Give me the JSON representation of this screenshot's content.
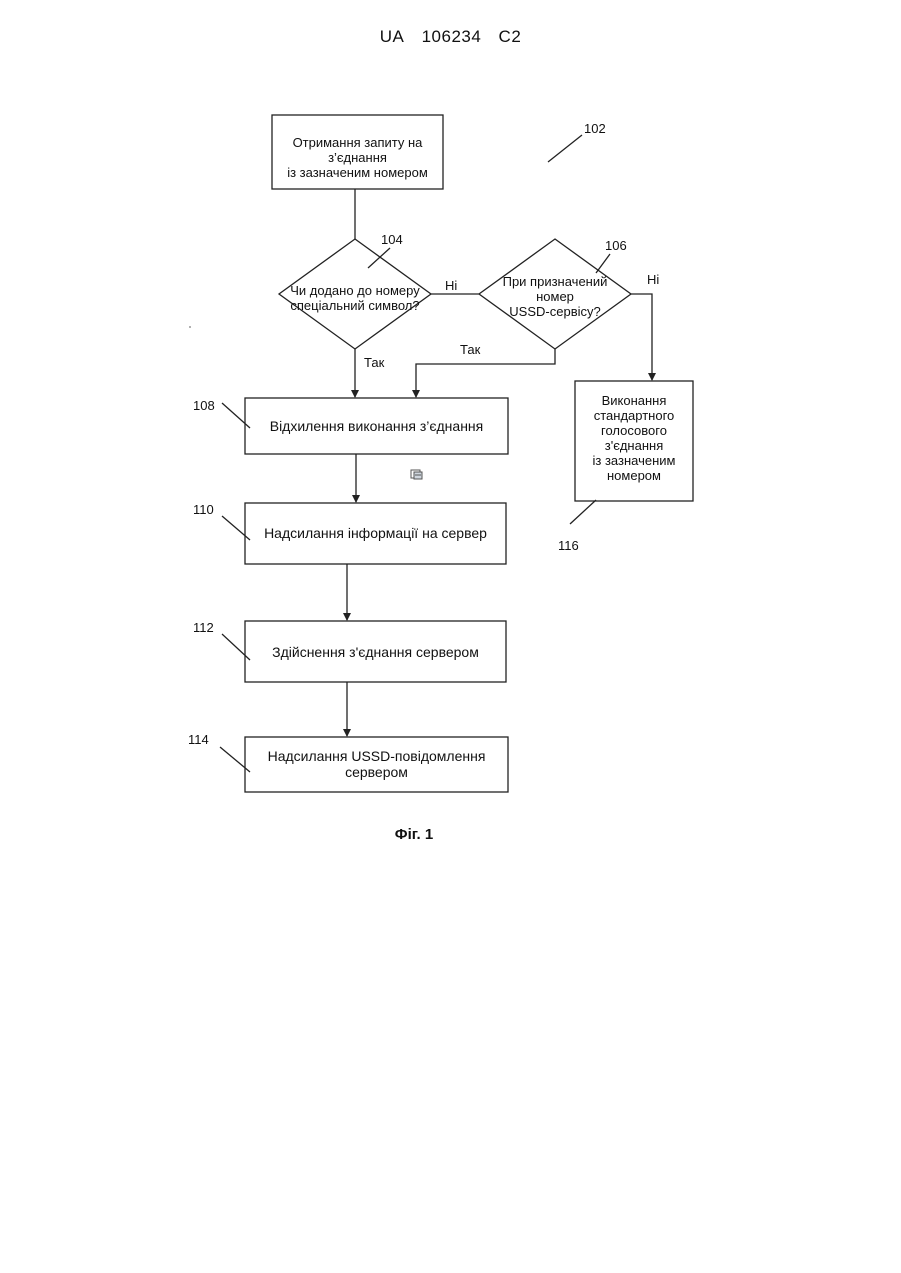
{
  "header": {
    "country": "UA",
    "number": "106234",
    "kind": "C2"
  },
  "flowchart": {
    "box_102": {
      "line1": "Отримання запиту на з’єднання",
      "line2": "із зазначеним номером",
      "ref": "102"
    },
    "diamond_104": {
      "line1": "Чи додано до номеру",
      "line2": "спеціальний символ?",
      "ref": "104"
    },
    "diamond_106": {
      "line1": "При призначений",
      "line2": "номер",
      "line3": "USSD-сервісу?",
      "ref": "106"
    },
    "box_108": {
      "text": "Відхилення виконання з’єднання",
      "ref": "108"
    },
    "box_110": {
      "text": "Надсилання інформації на сервер",
      "ref": "110"
    },
    "box_112": {
      "text": "Здійснення з'єднання сервером",
      "ref": "112"
    },
    "box_114": {
      "line1": "Надсилання USSD-повідомлення",
      "line2": "сервером",
      "ref": "114"
    },
    "box_116": {
      "line1": "Виконання",
      "line2": "стандартного",
      "line3": "голосового",
      "line4": "з'єднання",
      "line5": "із зазначеним",
      "line6": "номером",
      "ref": "116"
    },
    "edges": {
      "no_104": "Ні",
      "no_106": "Ні",
      "yes_104": "Так",
      "yes_106": "Так"
    }
  },
  "caption": "Фіг. 1"
}
